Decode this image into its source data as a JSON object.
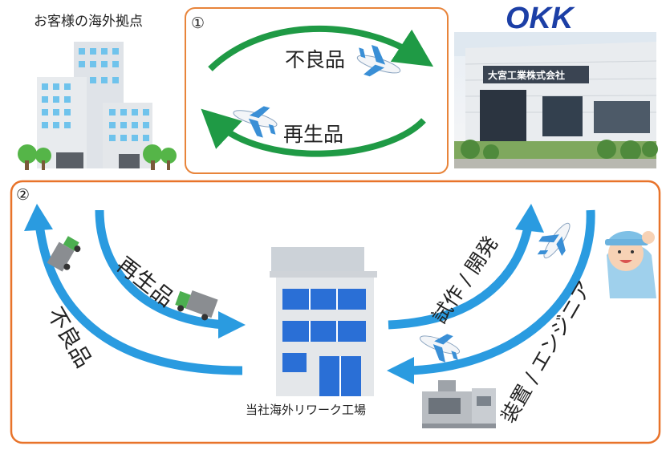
{
  "customer": {
    "title": "お客様の海外拠点"
  },
  "box1": {
    "number": "①",
    "flow_defective": "不良品",
    "flow_regenerated": "再生品",
    "border_color": "#e8843a",
    "arrow_color": "#1f9a45"
  },
  "okk": {
    "logo_text": "OKK",
    "building_sign": "大宮工業株式会社",
    "logo_color": "#1c3fa6"
  },
  "box2": {
    "number": "②",
    "flow_regenerated": "再生品",
    "flow_defective": "不良品",
    "flow_trial": "試作 / 開発",
    "flow_equipment": "装置 / エンジニア",
    "factory_caption": "当社海外リワーク工場",
    "border_color": "#e8732a",
    "arrow_color": "#2a9be0"
  },
  "icons": [
    "building-icon",
    "tree-icon",
    "airplane-icon",
    "truck-icon",
    "engineer-icon",
    "machine-icon"
  ]
}
